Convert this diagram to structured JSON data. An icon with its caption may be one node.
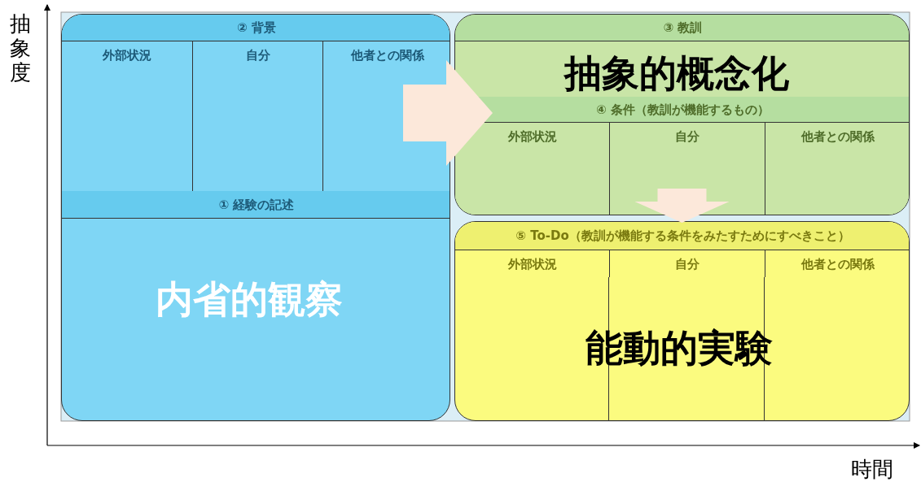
{
  "diagram": {
    "nodes": [
      {
        "text": [
          "内省的観察"
        ]
      },
      {
        "text": [
          "② 背景"
        ],
        "in": 0
      },
      {
        "text": [
          "外部状況"
        ],
        "in": 1
      },
      {
        "text": [
          "自分"
        ],
        "in": 1
      },
      {
        "text": [
          "他者との関係"
        ],
        "in": 1
      },
      {
        "text": [
          "① 経験の記述"
        ],
        "in": 0
      },
      {
        "text": [
          "抽象的概念化"
        ]
      },
      {
        "text": [
          "③ 教訓"
        ],
        "in": 6
      },
      {
        "text": [
          "④ 条件（教訓が機能するもの）"
        ],
        "in": 6
      },
      {
        "text": [
          "外部状況"
        ],
        "in": 8
      },
      {
        "text": [
          "自分"
        ],
        "in": 8
      },
      {
        "text": [
          "他者との関係"
        ],
        "in": 8
      },
      {
        "text": [
          "能動的実験"
        ]
      },
      {
        "text": [
          "⑤ To-Do（教訓が機能する条件をみたすためにすべきこと）"
        ],
        "in": 12
      },
      {
        "text": [
          "外部状況"
        ],
        "in": 13
      },
      {
        "text": [
          "自分"
        ],
        "in": 13
      },
      {
        "text": [
          "他者との関係"
        ],
        "in": 13
      }
    ],
    "edges": [
      {
        "from": 0,
        "to": 6,
        "arrow": "to"
      },
      {
        "from": 6,
        "to": 12,
        "arrow": "to"
      }
    ],
    "labels": [
      "抽象度",
      "時間"
    ]
  }
}
